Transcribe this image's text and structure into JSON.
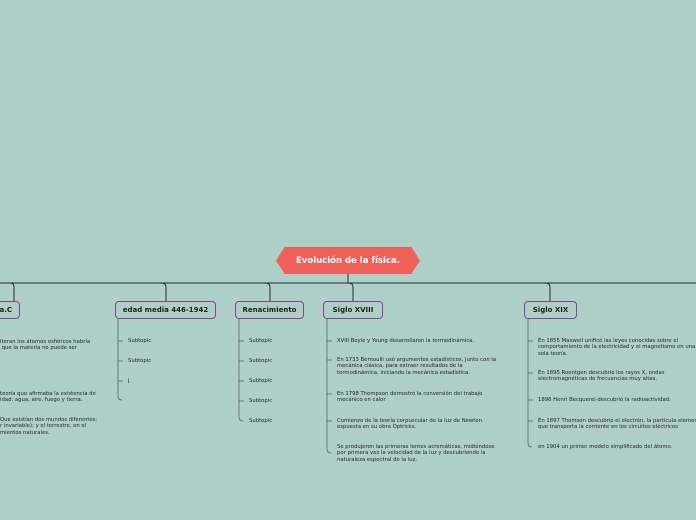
{
  "root": {
    "title": "Evolución de la física."
  },
  "branches": [
    {
      "label": "a.C",
      "items": [
        "lteran los átomos esféricos habría\n que la materia no puede ser",
        "teoría que afirmaba la existencia de\nidad: agua, aire, fuego y tierra.",
        "Que existían dos mundos diferentes:\nr invariable); y el terrestre, en el\nmientos naturales."
      ]
    },
    {
      "label": "edad media 446-1942",
      "items": [
        "Subtopic",
        "Subtopic",
        "j"
      ]
    },
    {
      "label": "Renacimiento",
      "items": [
        "Subtopic",
        "Subtopic",
        "Subtopic",
        "Subtopic",
        "Subtopic"
      ]
    },
    {
      "label": "Siglo XVIII",
      "items": [
        "XVIII Boyle y Young desarrollaron la termodinámica.",
        "En 1733 Bernoulli usó argumentos estadísticos, junto con la\nmecánica clásica, para extraer resultados de la\ntermodinámica, iniciando la mecánica estadística.",
        "En 1798 Thompson demostró la conversión del trabajo\nmecánico en calor",
        "Comienzo de la teoría corpuscular de la luz de Newton\nespuesta en su obra Optricks.",
        "Se produjeron las primeras lentes acromáticas, midiéndose\npor primera vez la velocidad de la luz y descubriendo la\nnaturaleza espectral de la luz."
      ]
    },
    {
      "label": "Siglo XIX",
      "items": [
        "En 1855 Maxwell unificó las leyes conocidas sobre el\ncomportamiento de la electricidad y el magnetismo en una\nsola teoría.",
        "En 1895 Roentgen descubrió los rayos X, ondas\nelectromagnéticas de frecuencias muy altas.",
        "1896 Henri Becquerel descubrió la radioactividad.",
        "En 1897 Thomson descubrió el electrón, la partícula elemental\nque transporta la corriente en los circuitos eléctricos",
        "en 1904 un primer modelo simplificado del átomo."
      ]
    }
  ]
}
